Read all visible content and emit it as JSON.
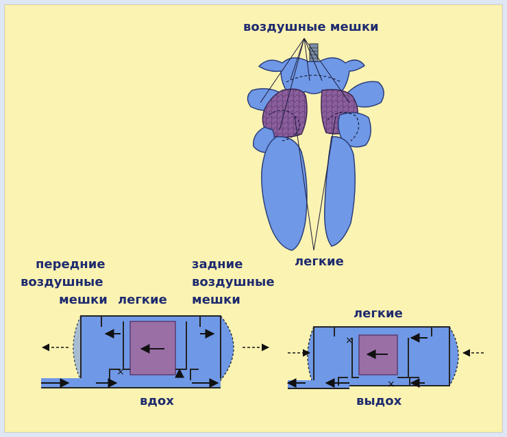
{
  "labels": {
    "air_sacs_top": "воздушные мешки",
    "lungs_top": "легкие",
    "front_sacs": [
      "передние",
      "воздушные",
      "мешки"
    ],
    "lungs_inhale": "легкие",
    "rear_sacs": [
      "задние",
      "воздушные",
      "мешки"
    ],
    "lungs_exhale": "легкие",
    "inhale": "вдох",
    "exhale": "выдох"
  },
  "colors": {
    "label_text": "#1e2a6e",
    "air_sac_blue": "#6f98e6",
    "lung_purple": "#9a6fa6",
    "background": "#fbf3b2"
  }
}
